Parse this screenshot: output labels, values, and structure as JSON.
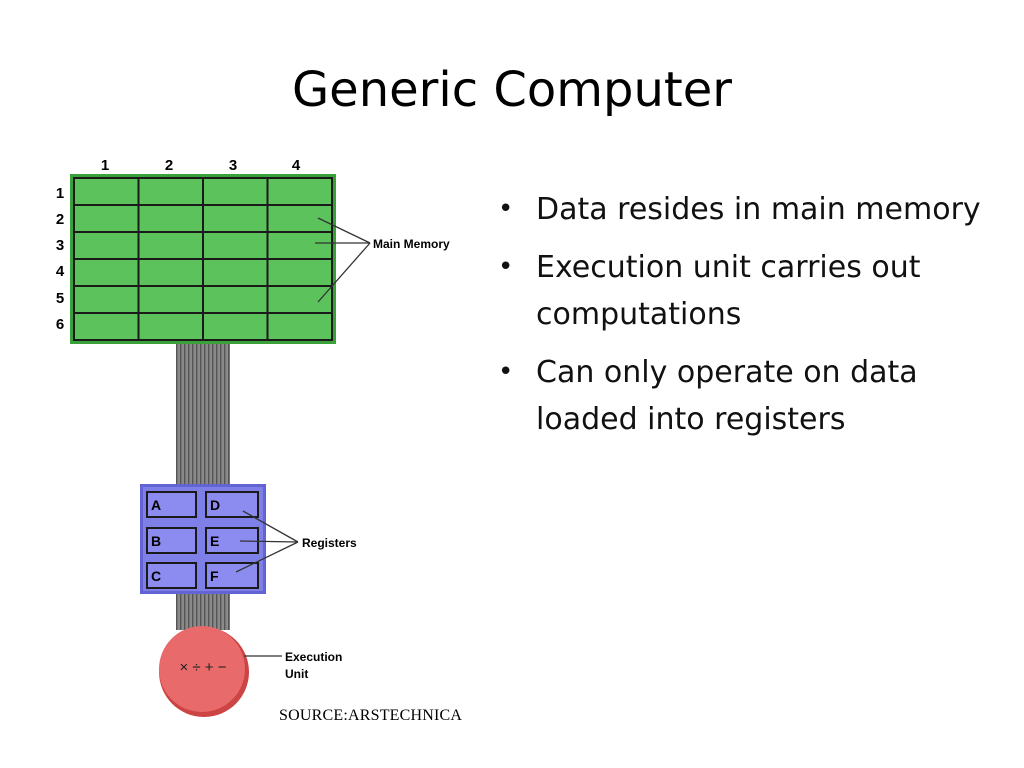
{
  "slide": {
    "title": "Generic Computer",
    "bullets": [
      "Data resides in main memory",
      "Execution unit carries out computations",
      "Can only operate on data loaded into registers"
    ],
    "source": "SOURCE:ARSTECHNICA"
  },
  "diagram": {
    "memory": {
      "label": "Main Memory",
      "column_headers": [
        "1",
        "2",
        "3",
        "4"
      ],
      "row_headers": [
        "1",
        "2",
        "3",
        "4",
        "5",
        "6"
      ],
      "fill_color": "#5cc35c",
      "border_color": "#1a1a1a"
    },
    "registers": {
      "label": "Registers",
      "cells": [
        "A",
        "D",
        "B",
        "E",
        "C",
        "F"
      ],
      "fill_color": "#7f7fe8"
    },
    "execution_unit": {
      "label_line1": "Execution",
      "label_line2": "Unit",
      "symbols": "× ÷ + −",
      "fill_color": "#e86a6a"
    },
    "bus_color": "#777777"
  }
}
